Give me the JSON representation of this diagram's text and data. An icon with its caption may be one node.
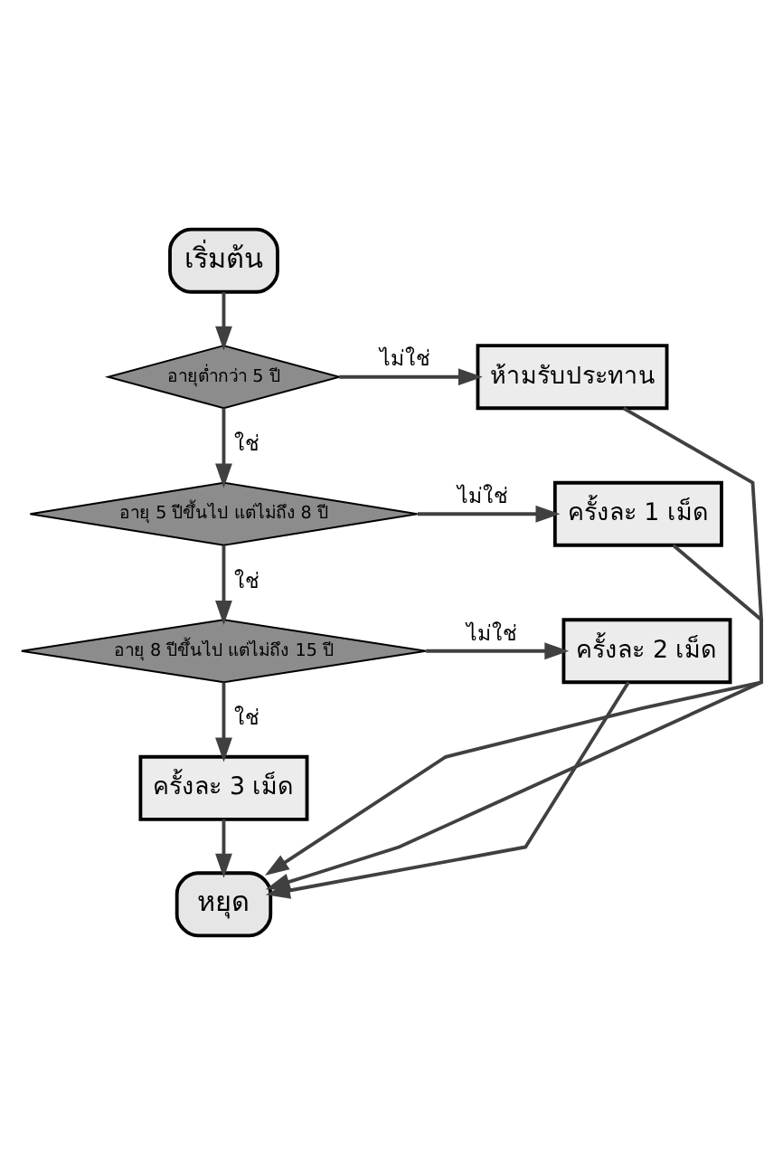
{
  "diagram": {
    "nodes": [
      {
        "text": [
          "เริ่มต้น"
        ]
      },
      {
        "text": [
          "อายุต่ำกว่า 5 ปี"
        ]
      },
      {
        "text": [
          "ห้ามรับประทาน"
        ]
      },
      {
        "text": [
          "อายุ 5 ปีขึ้นไป แต่ไม่ถึง 8 ปี"
        ]
      },
      {
        "text": [
          "ครั้งละ 1 เม็ด"
        ]
      },
      {
        "text": [
          "อายุ 8 ปีขึ้นไป แต่ไม่ถึง 15 ปี"
        ]
      },
      {
        "text": [
          "ครั้งละ 2 เม็ด"
        ]
      },
      {
        "text": [
          "ครั้งละ 3 เม็ด"
        ]
      },
      {
        "text": [
          "หยุด"
        ]
      }
    ],
    "edges": [
      {
        "from": 0,
        "to": 1,
        "arrow": "to"
      },
      {
        "from": 1,
        "to": 2,
        "arrow": "to",
        "label": "ไม่ใช่"
      },
      {
        "from": 1,
        "to": 3,
        "arrow": "to",
        "label": "ใช่"
      },
      {
        "from": 3,
        "to": 4,
        "arrow": "to",
        "label": "ไม่ใช่"
      },
      {
        "from": 3,
        "to": 5,
        "arrow": "to",
        "label": "ใช่"
      },
      {
        "from": 5,
        "to": 6,
        "arrow": "to",
        "label": "ไม่ใช่"
      },
      {
        "from": 5,
        "to": 7,
        "arrow": "to",
        "label": "ใช่"
      },
      {
        "from": 7,
        "to": 8,
        "arrow": "to"
      },
      {
        "from": 2,
        "to": 8,
        "arrow": "to"
      },
      {
        "from": 4,
        "to": 8,
        "arrow": "to"
      },
      {
        "from": 6,
        "to": 8,
        "arrow": "to"
      }
    ]
  }
}
